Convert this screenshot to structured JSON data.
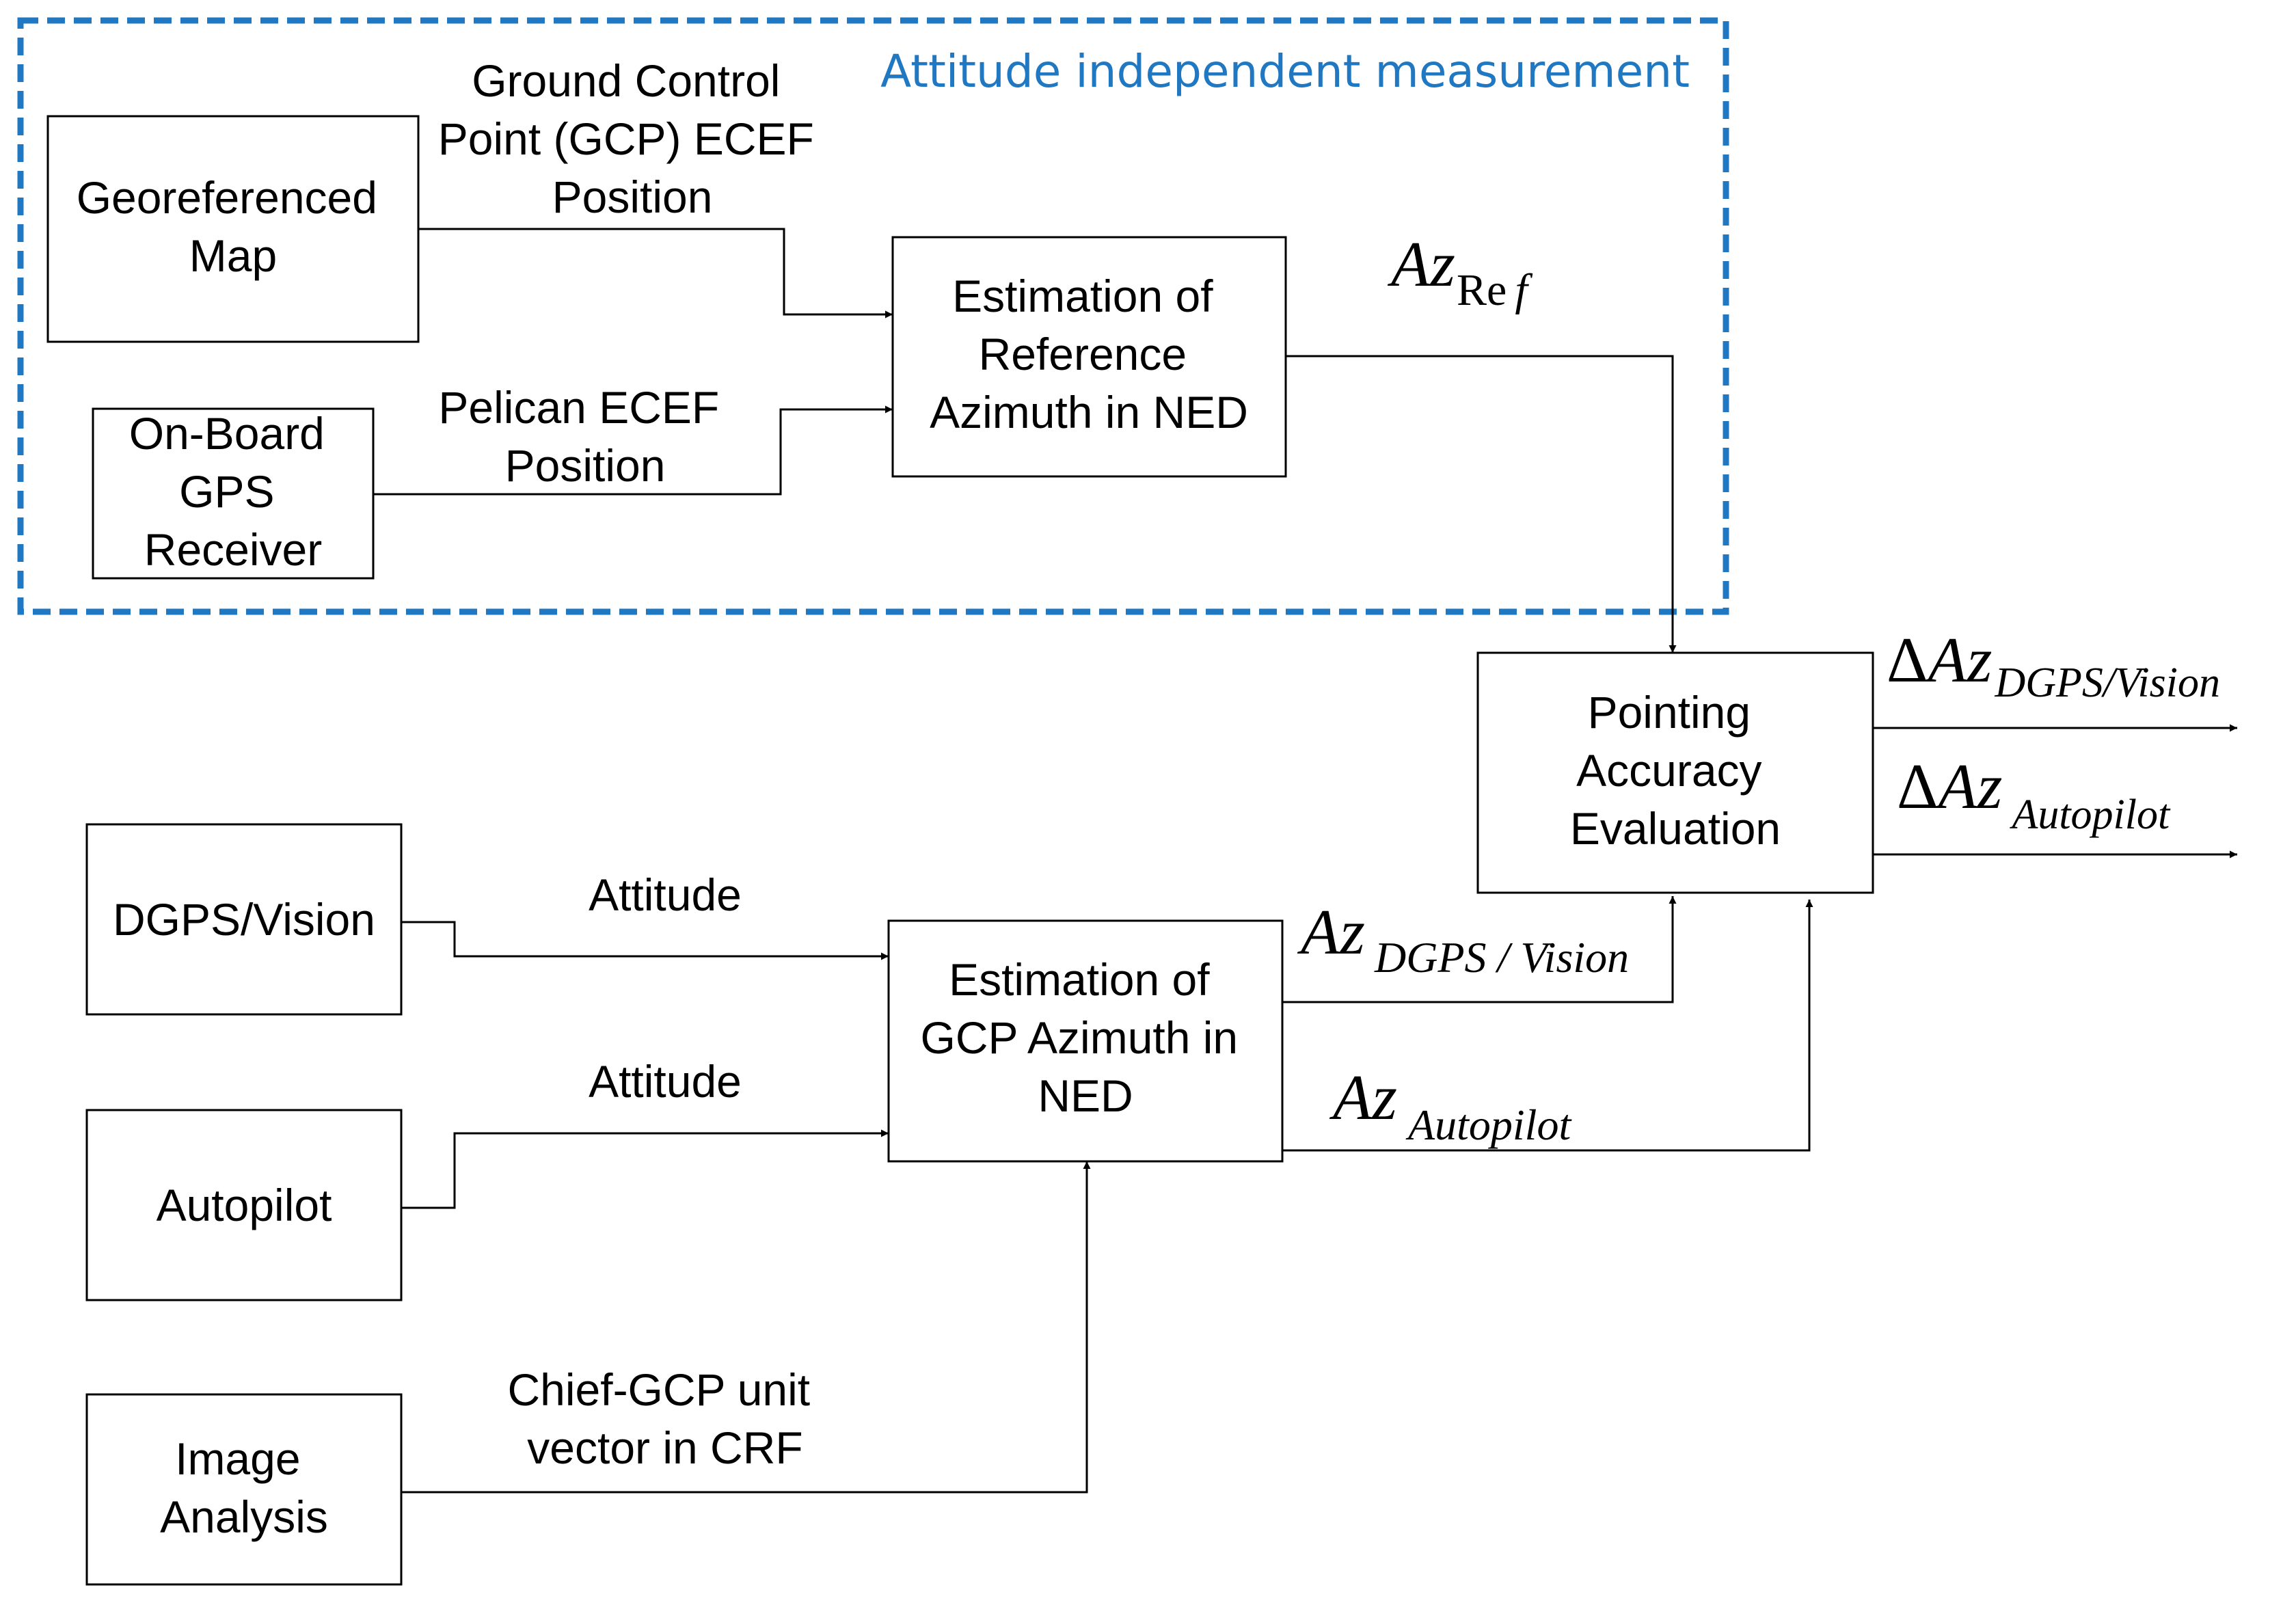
{
  "region": {
    "title": "Attitude independent measurement",
    "color": "#1f78c1"
  },
  "blocks": {
    "georef_map": [
      "Georeferenced",
      "Map"
    ],
    "onboard_gps": [
      "On-Board",
      "GPS",
      "Receiver"
    ],
    "est_ref_az": [
      "Estimation of",
      "Reference",
      "Azimuth in NED"
    ],
    "dgps_vision": [
      "DGPS/Vision"
    ],
    "autopilot": [
      "Autopilot"
    ],
    "image_analysis": [
      "Image",
      "Analysis"
    ],
    "est_gcp_az": [
      "Estimation of",
      "GCP Azimuth in",
      "NED"
    ],
    "pointing_eval": [
      "Pointing",
      "Accuracy",
      "Evaluation"
    ]
  },
  "edge_labels": {
    "gcp_position": [
      "Ground Control",
      "Point (GCP) ECEF",
      "Position"
    ],
    "pelican_position": [
      "Pelican ECEF",
      "Position"
    ],
    "attitude_dgps": "Attitude",
    "attitude_autopilot": "Attitude",
    "chief_gcp": [
      "Chief-GCP unit",
      "vector in CRF"
    ]
  },
  "signals": {
    "az_ref": {
      "base": "Az",
      "sub_upright": "Re",
      "sub_italic": "f"
    },
    "az_dgps": {
      "base": "Az",
      "sub": "DGPS / Vision"
    },
    "az_autopilot": {
      "base": "Az",
      "sub": "Autopilot"
    },
    "delta_dgps": {
      "delta": "Δ",
      "base": "Az",
      "sub": "DGPS/Vision"
    },
    "delta_autopilot": {
      "delta": "Δ",
      "base": "Az",
      "sub": "Autopilot"
    }
  }
}
